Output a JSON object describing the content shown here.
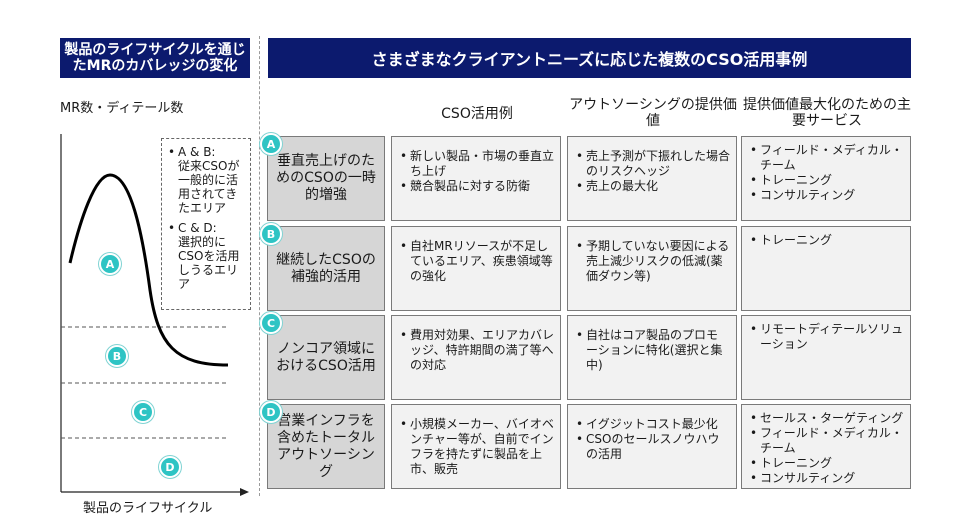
{
  "left_panel": {
    "title": "製品のライフサイクルを通じたMRのカバレッジの変化",
    "y_axis_label": "MR数・ディテール数",
    "x_axis_label": "製品のライフサイクル",
    "note_items": [
      {
        "label": "A & B:",
        "text": "従来CSOが一般的に活用されてきたエリア"
      },
      {
        "label": "C & D:",
        "text": "選択的にCSOを活用しうるエリア"
      }
    ],
    "zones": [
      "A",
      "B",
      "C",
      "D"
    ]
  },
  "right_panel": {
    "title": "さまざまなクライアントニーズに応じた複数のCSO活用事例",
    "columns": [
      "CSO活用例",
      "アウトソーシングの提供価値",
      "提供価値最大化のための主要サービス"
    ],
    "rows": [
      {
        "badge": "A",
        "label": "垂直売上げのためのCSOの一時的増強",
        "examples": [
          "新しい製品・市場の垂直立ち上げ",
          "競合製品に対する防衛"
        ],
        "values": [
          "売上予測が下振れした場合のリスクヘッジ",
          "売上の最大化"
        ],
        "services": [
          "フィールド・メディカル・チーム",
          "トレーニング",
          "コンサルティング"
        ]
      },
      {
        "badge": "B",
        "label": "継続したCSOの補強的活用",
        "examples": [
          "自社MRリソースが不足しているエリア、疾患領域等の強化"
        ],
        "values": [
          "予期していない要因による売上減少リスクの低減(薬価ダウン等)"
        ],
        "services": [
          "トレーニング"
        ]
      },
      {
        "badge": "C",
        "label": "ノンコア領域におけるCSO活用",
        "examples": [
          "費用対効果、エリアカバレッジ、特許期間の満了等への対応"
        ],
        "values": [
          "自社はコア製品のプロモーションに特化(選択と集中)"
        ],
        "services": [
          "リモートディテールソリューション"
        ]
      },
      {
        "badge": "D",
        "label": "営業インフラを含めたトータルアウトソーシング",
        "examples": [
          "小規模メーカー、バイオベンチャー等が、自前でインフラを持たずに製品を上市、販売"
        ],
        "values": [
          "イグジットコスト最少化",
          "CSOのセールスノウハウの活用"
        ],
        "services": [
          "セールス・ターゲティング",
          "フィールド・メディカル・チーム",
          "トレーニング",
          "コンサルティング"
        ]
      }
    ]
  },
  "colors": {
    "header_bg": "#0c1a6e",
    "badge": "#2ec4c4",
    "row_label_bg": "#d6d6d6",
    "cell_bg": "#f2f2f2"
  }
}
